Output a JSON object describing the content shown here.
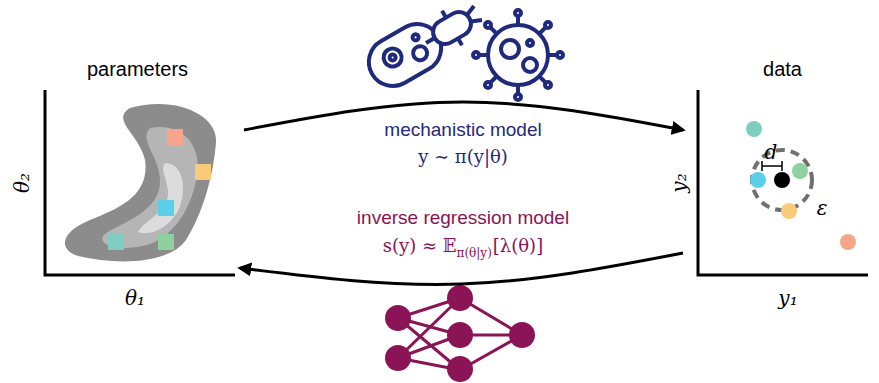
{
  "diagram": {
    "nodes": [
      {
        "text": [
          "parameters"
        ]
      },
      {
        "text": [
          "data"
        ]
      }
    ],
    "edges": [
      {
        "from": 0,
        "to": 1,
        "arrow": "to",
        "label": "mechanistic model"
      },
      {
        "from": 1,
        "to": 0,
        "arrow": "to",
        "label": "inverse regression model"
      }
    ],
    "labels": [
      "y ∼ π(y|θ)",
      "s(y) ≈ 𝔼",
      "π(θ|y)",
      "[λ(θ)]",
      "θ₁",
      "θ₂",
      "y₁",
      "y₂",
      "d",
      "ε"
    ]
  }
}
